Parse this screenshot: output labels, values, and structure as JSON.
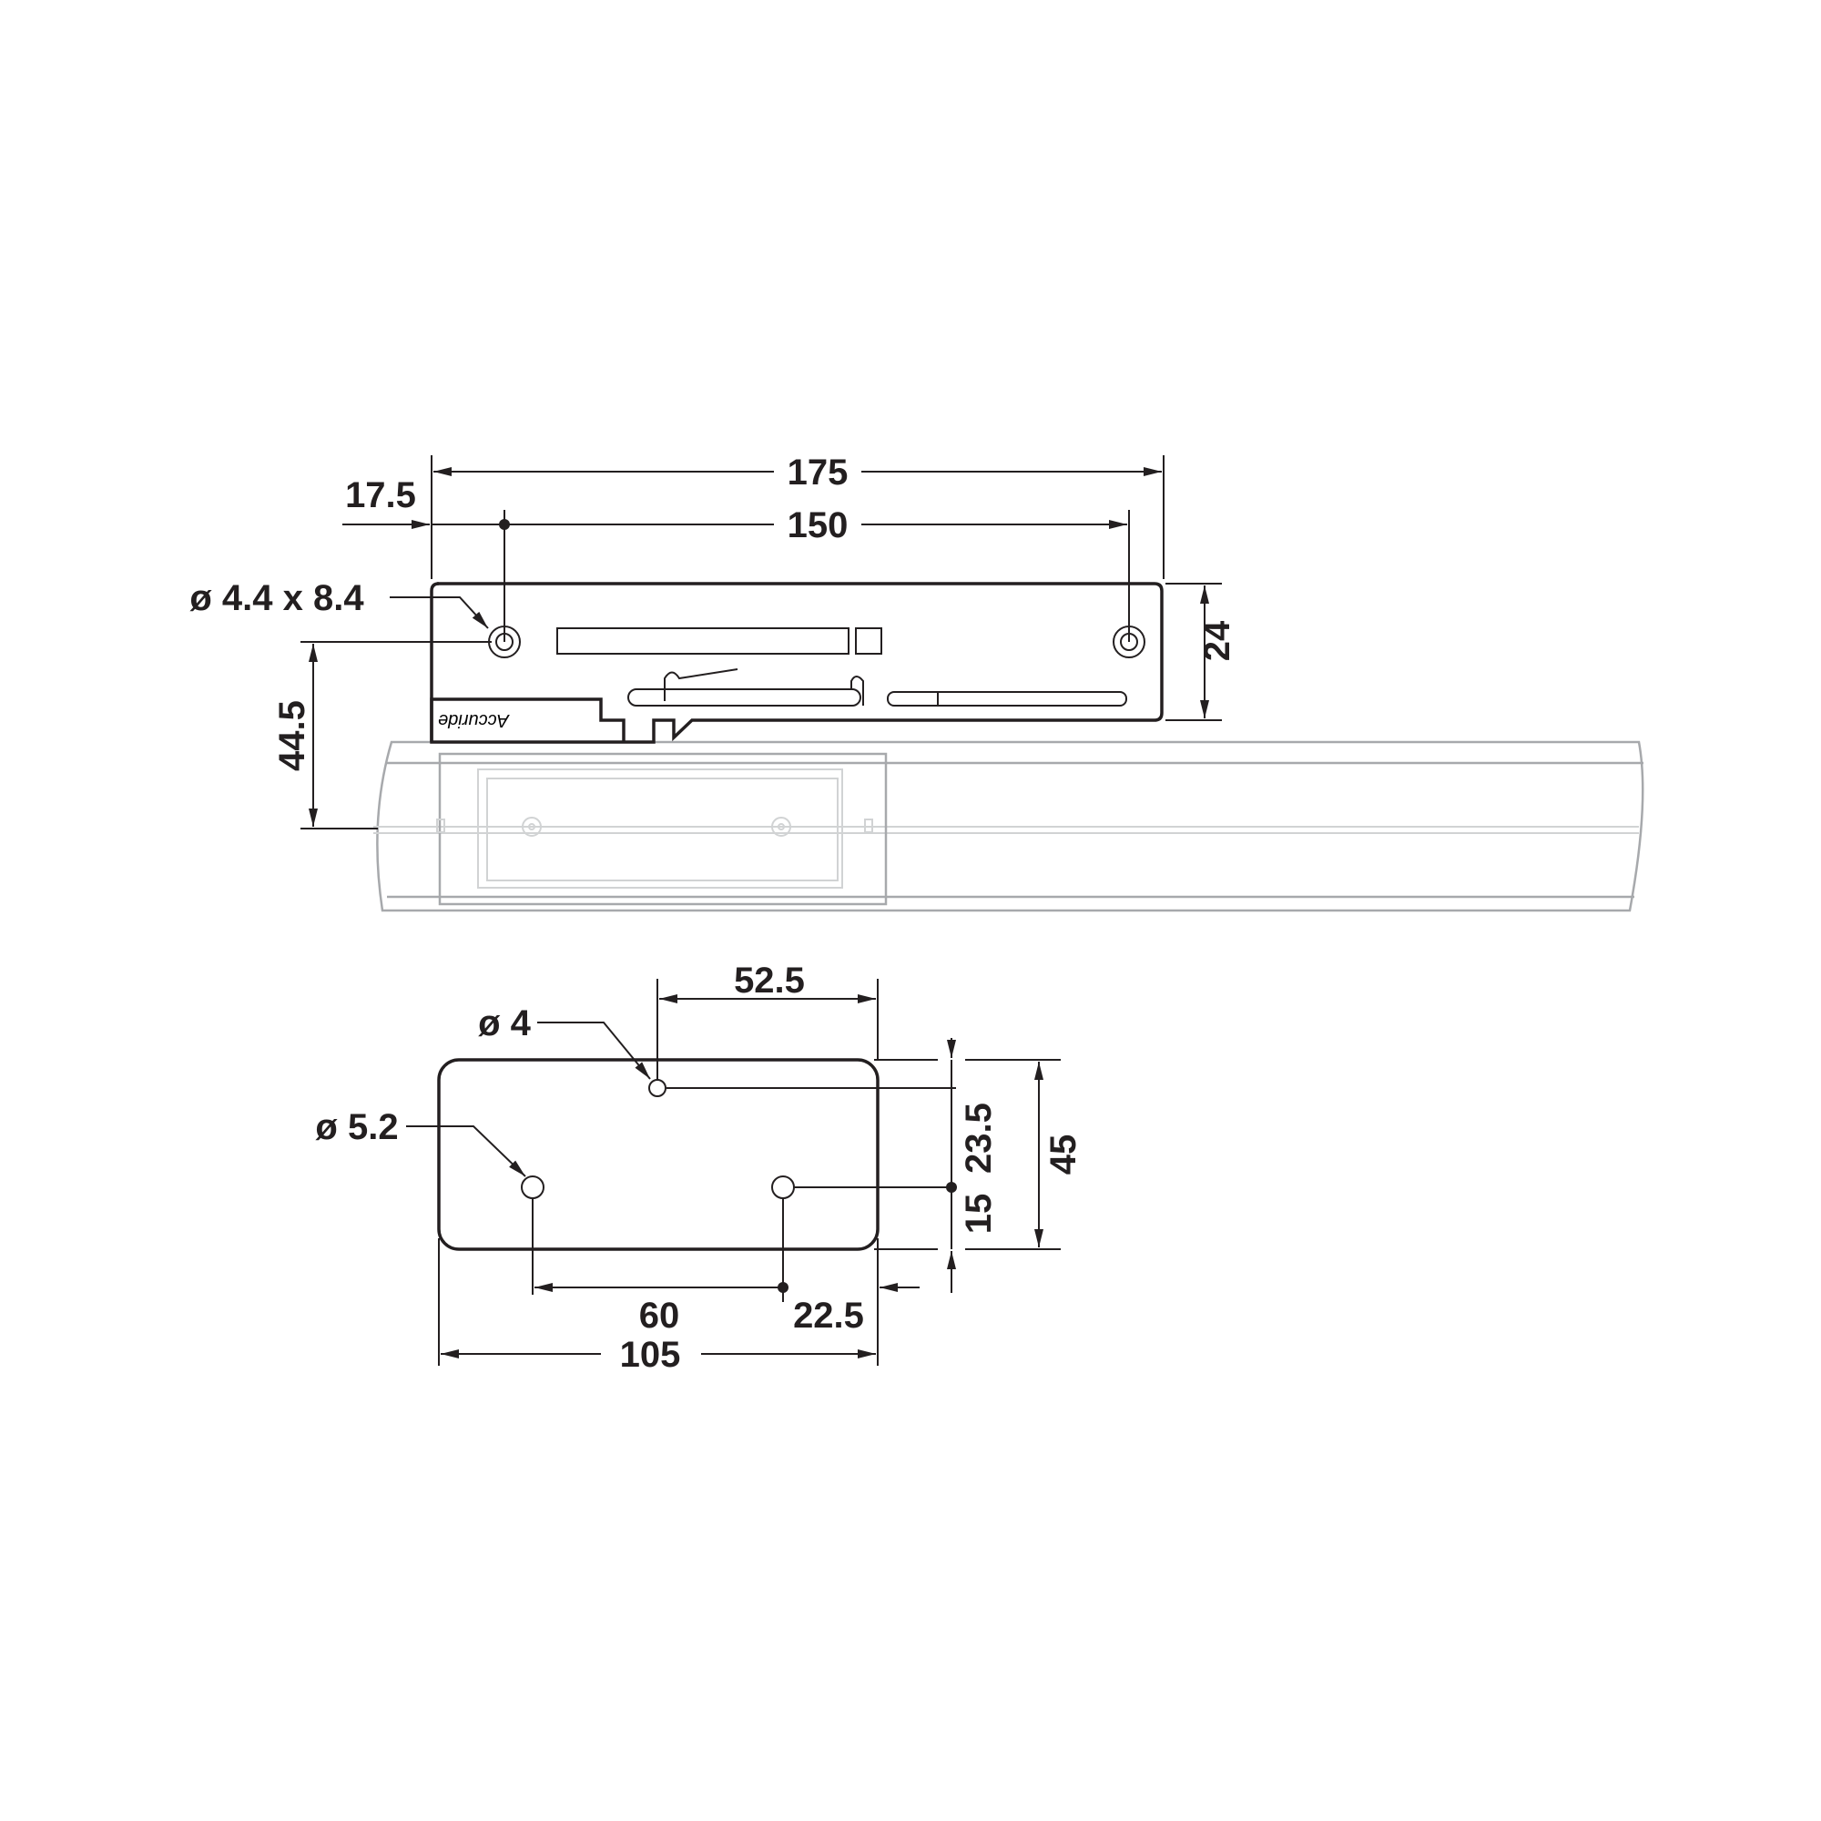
{
  "top_view": {
    "dim_overall_length": "175",
    "dim_hole_spacing": "150",
    "dim_edge_offset": "17.5",
    "dim_slot_hole": "ø 4.4 x 8.4",
    "dim_height": "24",
    "dim_rail_offset": "44.5",
    "logo_text": "Accuride"
  },
  "bottom_view": {
    "dim_hole_offset_top": "52.5",
    "dim_small_hole": "ø 4",
    "dim_large_hole": "ø 5.2",
    "dim_hole_spacing": "60",
    "dim_hole_offset_right": "22.5",
    "dim_overall_length": "105",
    "dim_hole_height_low": "15",
    "dim_hole_height_high": "23.5",
    "dim_overall_height": "45"
  },
  "colors": {
    "line": "#231f20",
    "rail": "#a7a9ac"
  }
}
